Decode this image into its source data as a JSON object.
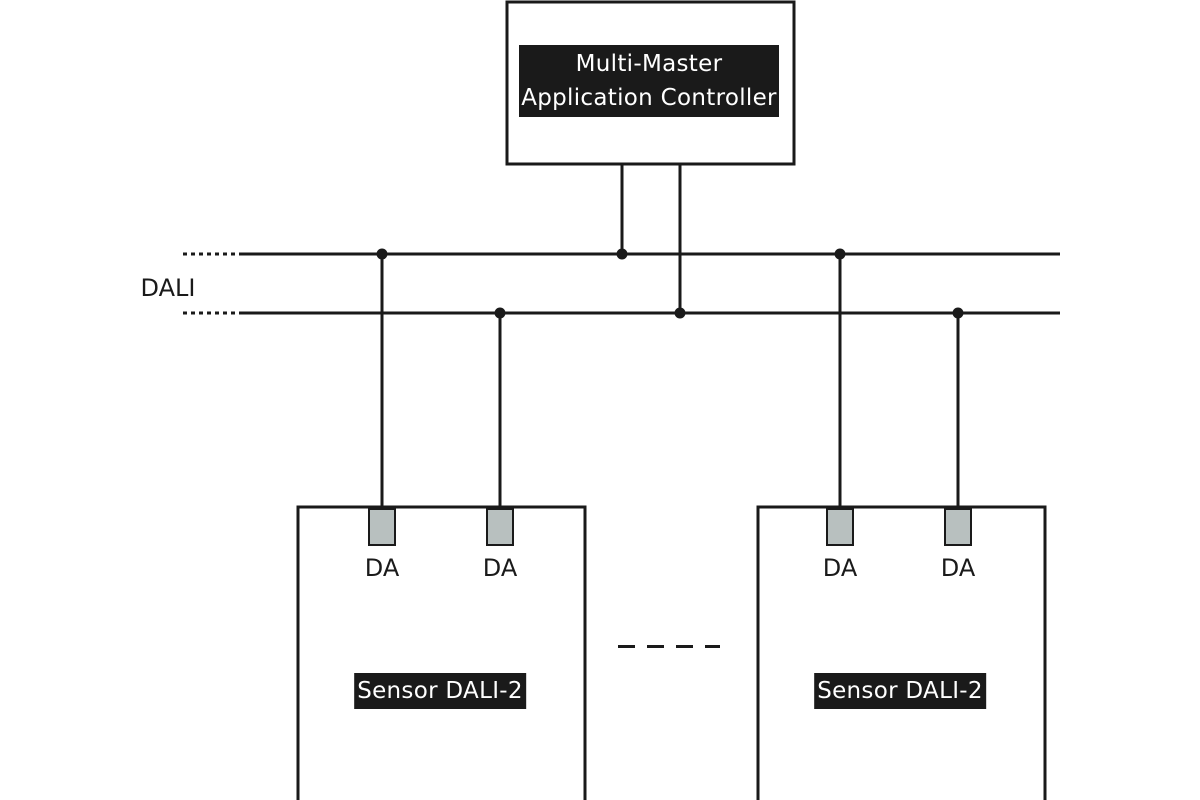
{
  "bus": {
    "label": "DALI",
    "line_color": "#1a1a1a"
  },
  "controller": {
    "title_line1": "Multi-Master",
    "title_line2": "Application Controller"
  },
  "sensors": [
    {
      "title": "Sensor DALI-2",
      "terminals": [
        "DA",
        "DA"
      ]
    },
    {
      "title": "Sensor DALI-2",
      "terminals": [
        "DA",
        "DA"
      ]
    }
  ],
  "colors": {
    "line": "#1a1a1a",
    "terminal_fill": "#b8c0bf",
    "label_background": "#1a1a1a",
    "label_text": "#ffffff"
  }
}
